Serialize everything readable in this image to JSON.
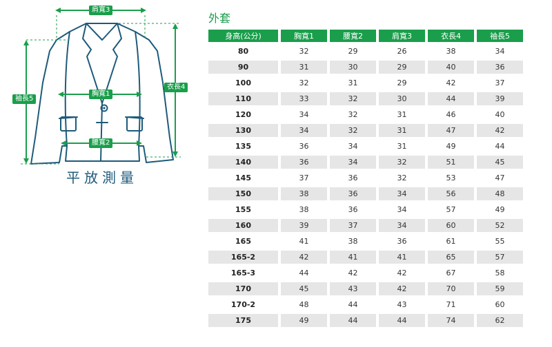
{
  "diagram": {
    "labels": {
      "shoulder": "肩寬3",
      "chest": "胸寬1",
      "waist": "腰寬2",
      "sleeve": "袖長5",
      "length": "衣長4"
    },
    "caption": "平放測量",
    "line_color": "#1d5a7a",
    "accent_color": "#1a9e4b"
  },
  "table": {
    "title": "外套",
    "headers": [
      "身高(公分)",
      "胸寬1",
      "腰寬2",
      "肩寬3",
      "衣長4",
      "袖長5"
    ],
    "rows": [
      [
        "80",
        "32",
        "29",
        "26",
        "38",
        "34"
      ],
      [
        "90",
        "31",
        "30",
        "29",
        "40",
        "36"
      ],
      [
        "100",
        "32",
        "31",
        "29",
        "42",
        "37"
      ],
      [
        "110",
        "33",
        "32",
        "30",
        "44",
        "39"
      ],
      [
        "120",
        "34",
        "32",
        "31",
        "46",
        "40"
      ],
      [
        "130",
        "34",
        "32",
        "31",
        "47",
        "42"
      ],
      [
        "135",
        "36",
        "34",
        "31",
        "49",
        "44"
      ],
      [
        "140",
        "36",
        "34",
        "32",
        "51",
        "45"
      ],
      [
        "145",
        "37",
        "36",
        "32",
        "53",
        "47"
      ],
      [
        "150",
        "38",
        "36",
        "34",
        "56",
        "48"
      ],
      [
        "155",
        "38",
        "36",
        "34",
        "57",
        "49"
      ],
      [
        "160",
        "39",
        "37",
        "34",
        "60",
        "52"
      ],
      [
        "165",
        "41",
        "38",
        "36",
        "61",
        "55"
      ],
      [
        "165-2",
        "42",
        "41",
        "41",
        "65",
        "57"
      ],
      [
        "165-3",
        "44",
        "42",
        "42",
        "67",
        "58"
      ],
      [
        "170",
        "45",
        "43",
        "42",
        "70",
        "59"
      ],
      [
        "170-2",
        "48",
        "44",
        "43",
        "71",
        "60"
      ],
      [
        "175",
        "49",
        "44",
        "44",
        "74",
        "62"
      ]
    ]
  }
}
